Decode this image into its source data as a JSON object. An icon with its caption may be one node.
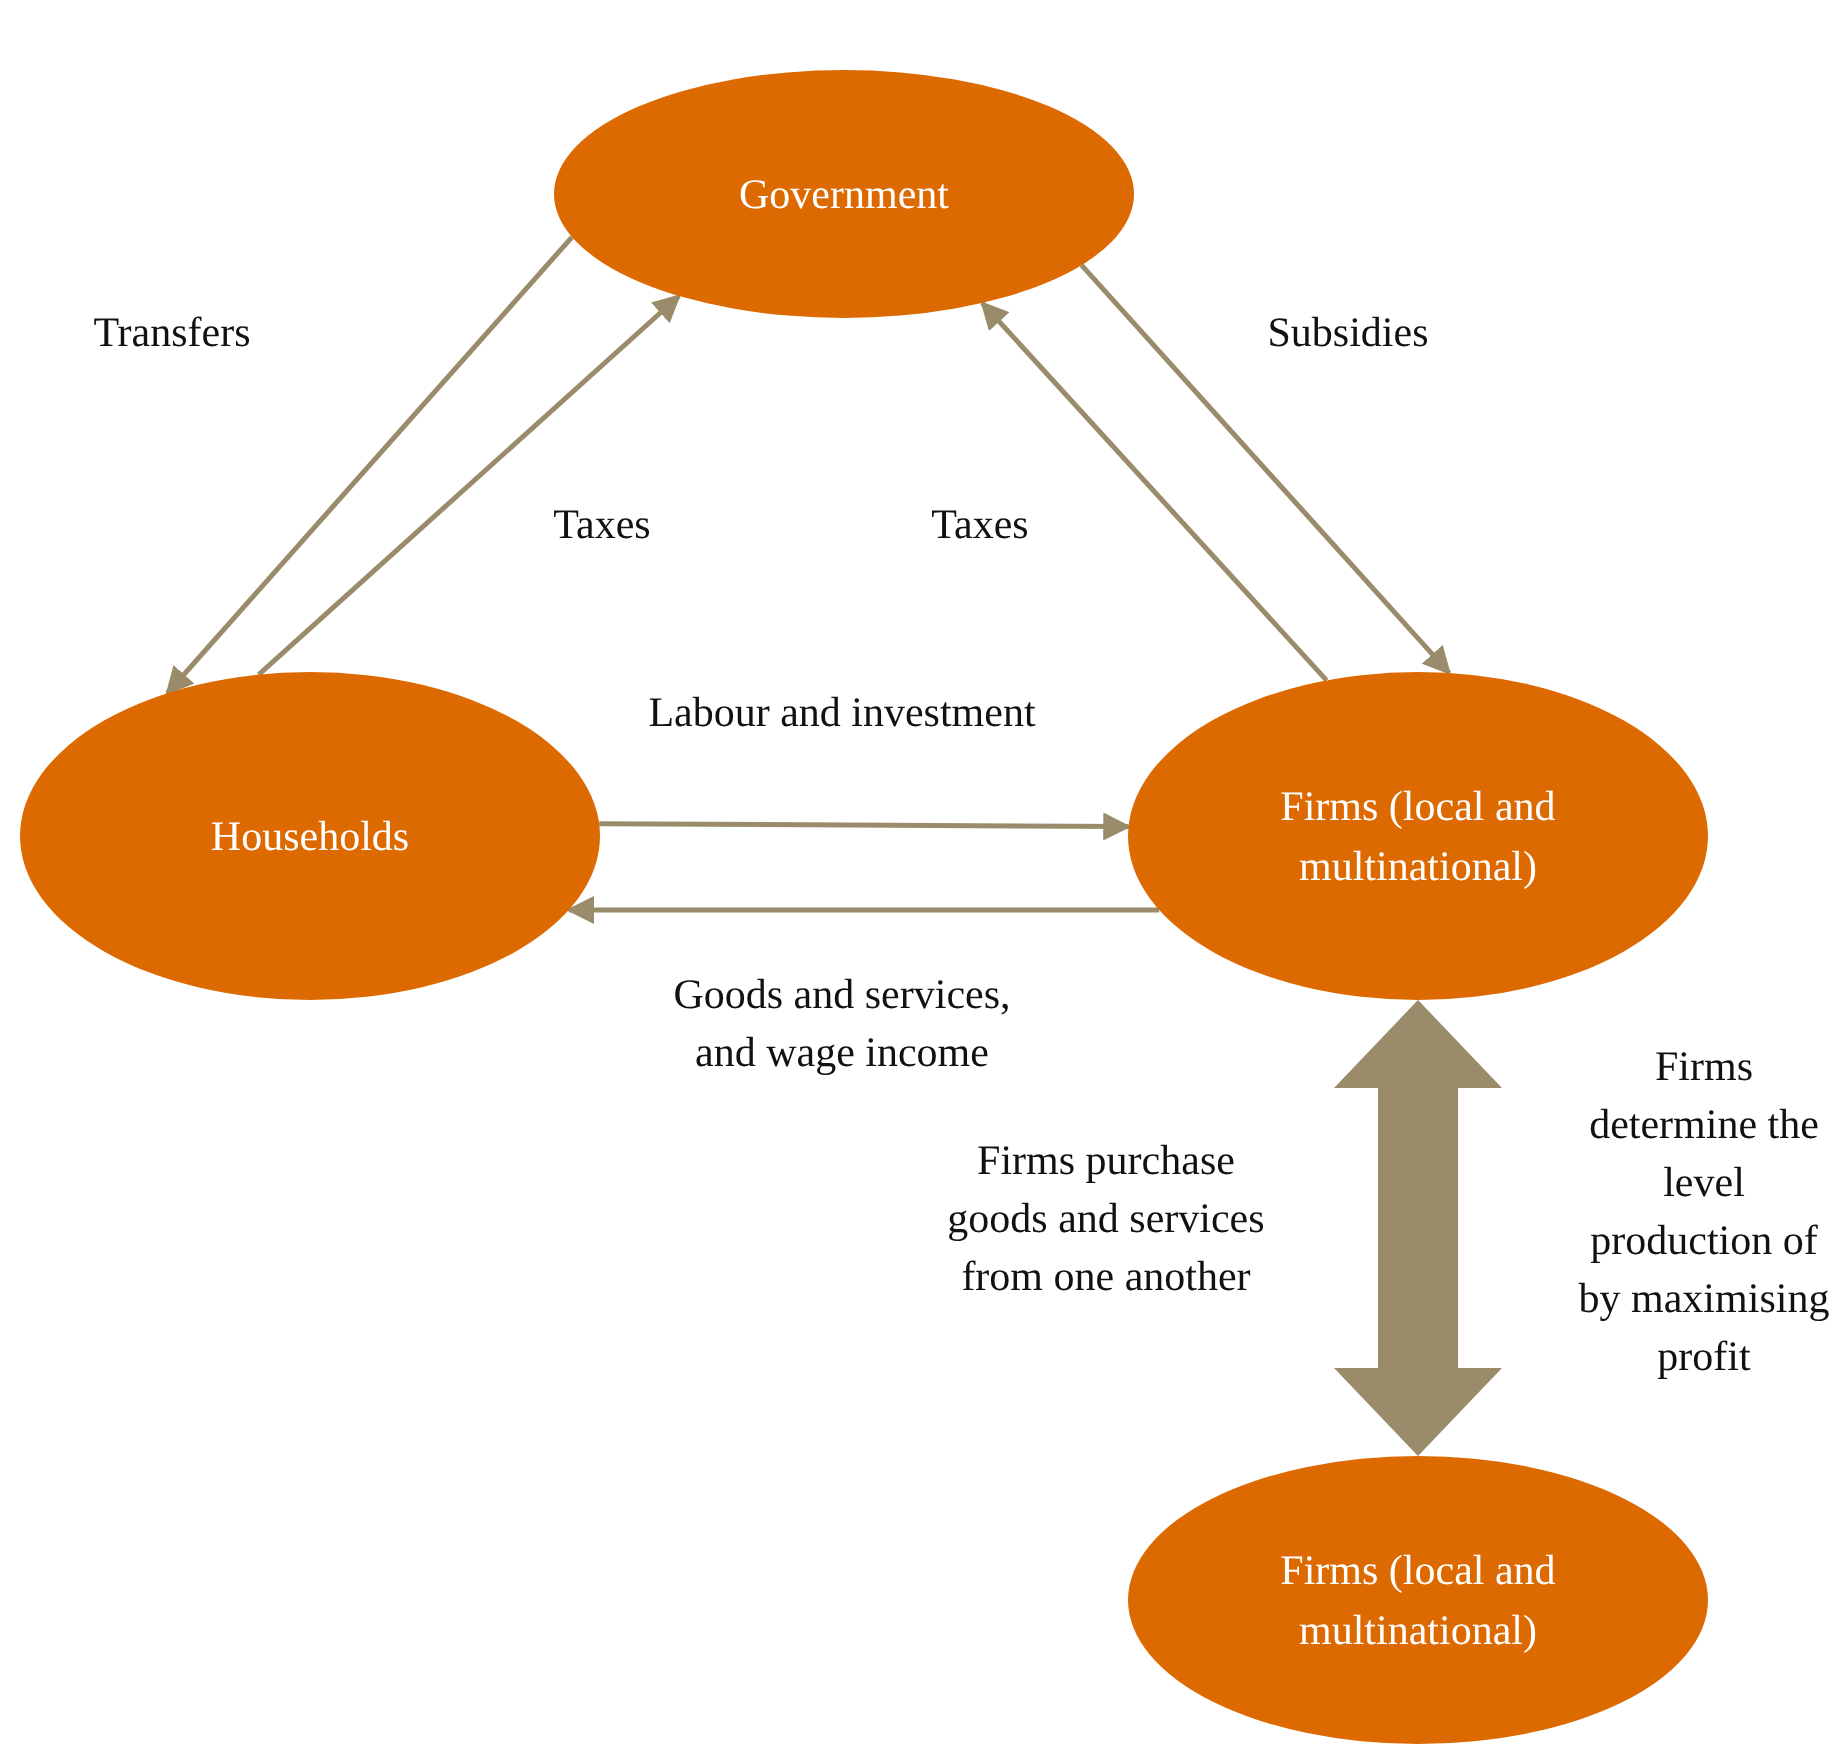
{
  "diagram": {
    "nodes": [
      {
        "text": [
          "Government"
        ]
      },
      {
        "text": [
          "Households"
        ]
      },
      {
        "text": [
          "Firms (local and multinational)"
        ]
      },
      {
        "text": [
          "Firms (local and multinational)"
        ]
      }
    ],
    "edges": [
      {
        "from": 0,
        "to": 1,
        "arrow": "to",
        "label": "Transfers"
      },
      {
        "from": 1,
        "to": 0,
        "arrow": "to",
        "label": "Taxes"
      },
      {
        "from": 2,
        "to": 0,
        "arrow": "to",
        "label": "Taxes"
      },
      {
        "from": 0,
        "to": 2,
        "arrow": "to",
        "label": "Subsidies"
      },
      {
        "from": 1,
        "to": 2,
        "arrow": "to",
        "label": "Labour and investment"
      },
      {
        "from": 2,
        "to": 1,
        "arrow": "to",
        "label": "Goods and services, and wage income"
      },
      {
        "from": 2,
        "to": 3,
        "arrow": "both",
        "style": "thick",
        "label": "Firms purchase goods and services from one another"
      }
    ],
    "labels": [
      "Firms determine the level production of by maximising profit"
    ]
  }
}
